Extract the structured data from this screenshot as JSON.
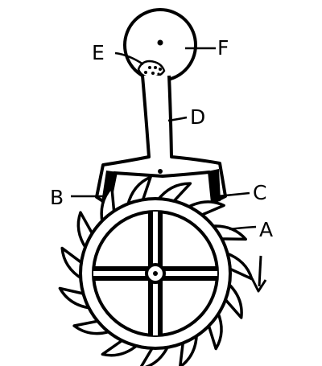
{
  "diagram": {
    "colors": {
      "ink": "#000000",
      "paper": "#ffffff"
    },
    "wheel": {
      "tooth_count": 15
    },
    "labels": {
      "E": "E",
      "F": "F",
      "D": "D",
      "B": "B",
      "C": "C",
      "A": "A"
    },
    "direction_arrow": "down"
  }
}
